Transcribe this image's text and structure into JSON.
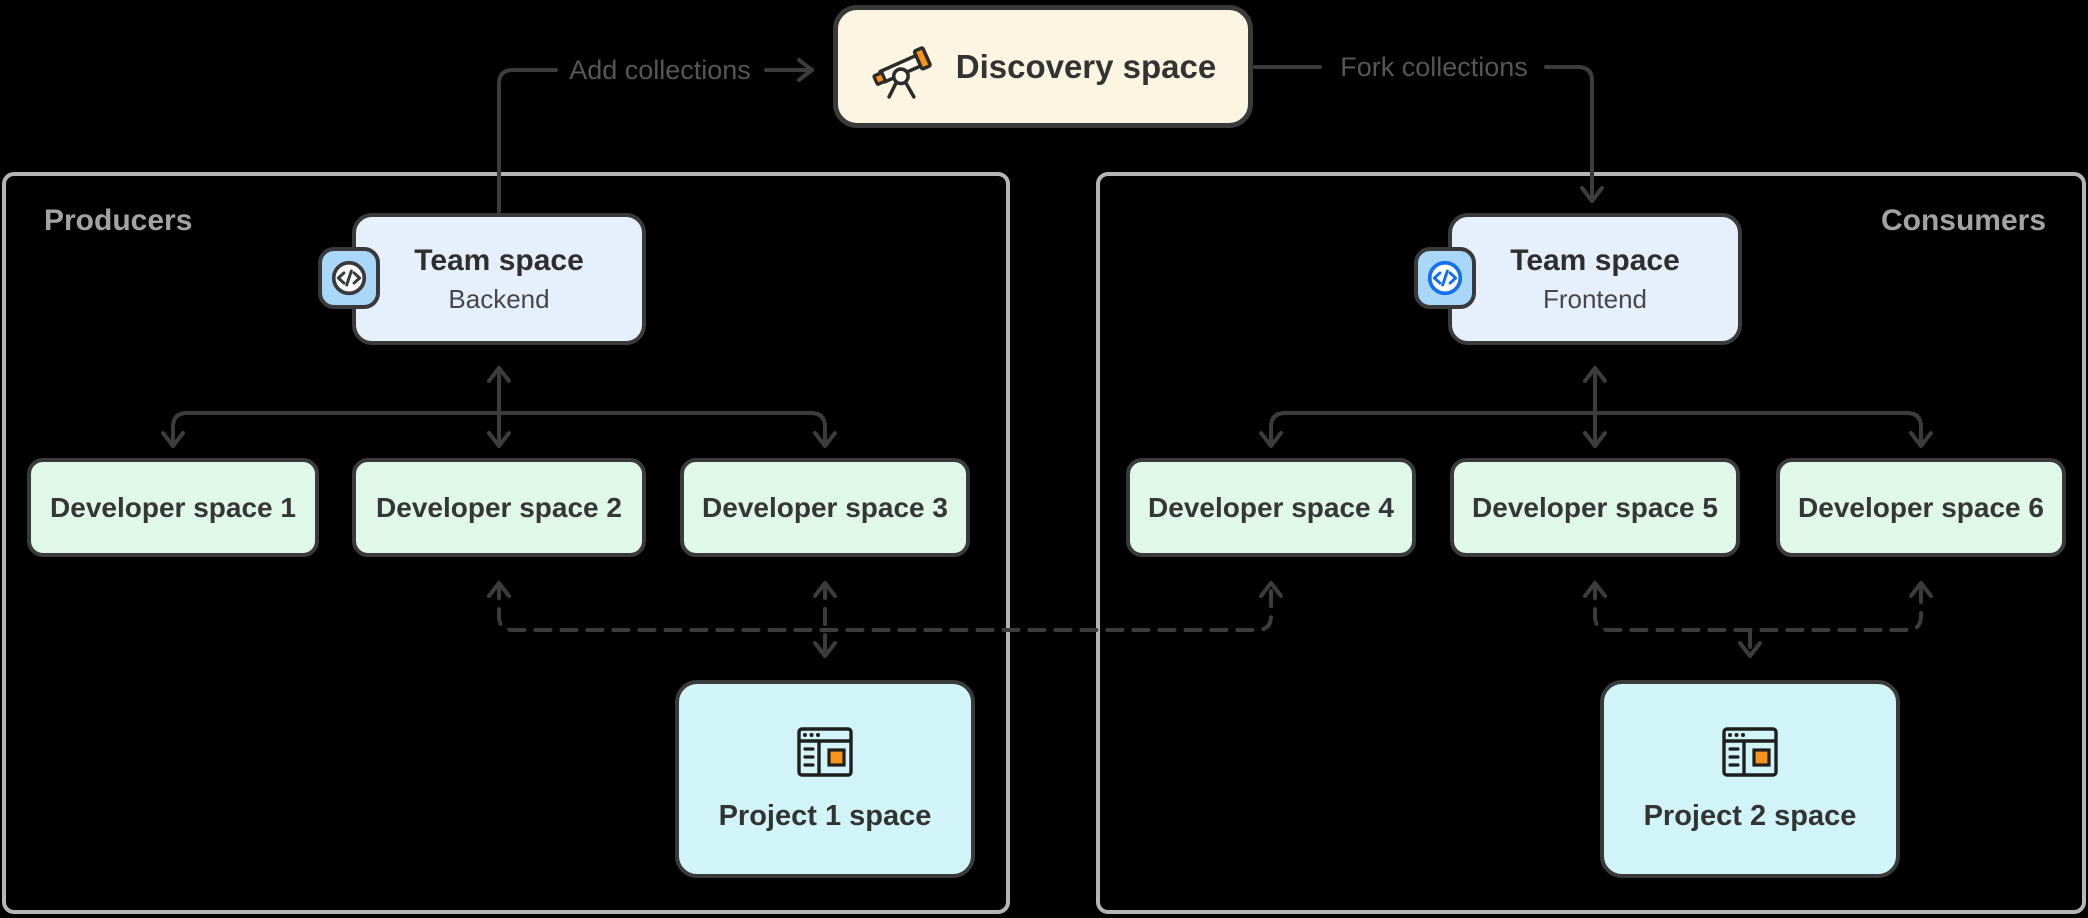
{
  "diagram": {
    "discovery": {
      "label": "Discovery space"
    },
    "flow_labels": {
      "add_collections": "Add collections",
      "fork_collections": "Fork collections"
    },
    "producers": {
      "label": "Producers",
      "team_space": {
        "title": "Team space",
        "subtitle": "Backend"
      },
      "developer_spaces": [
        "Developer space 1",
        "Developer space 2",
        "Developer space 3"
      ],
      "project_space": {
        "label": "Project 1 space"
      }
    },
    "consumers": {
      "label": "Consumers",
      "team_space": {
        "title": "Team space",
        "subtitle": "Frontend"
      },
      "developer_spaces": [
        "Developer space 4",
        "Developer space 5",
        "Developer space 6"
      ],
      "project_space": {
        "label": "Project 2 space"
      }
    },
    "icons": {
      "discovery": "telescope-icon",
      "team_space": "code-api-badge-icon",
      "project_space": "browser-window-icon"
    },
    "colors": {
      "background": "#000000",
      "connector": "#3C3C3C",
      "container_border": "#B5B5B5",
      "container_label": "#A3A3A3",
      "discovery_fill": "#FBF5E1",
      "team_fill": "#E6F0FC",
      "badge_fill": "#A9D7F9",
      "badge_accent_blue": "#1570EF",
      "developer_fill": "#E0F8E9",
      "project_fill": "#D0F4F7",
      "icon_orange": "#F9931B",
      "box_border": "#3A3A3A"
    }
  }
}
